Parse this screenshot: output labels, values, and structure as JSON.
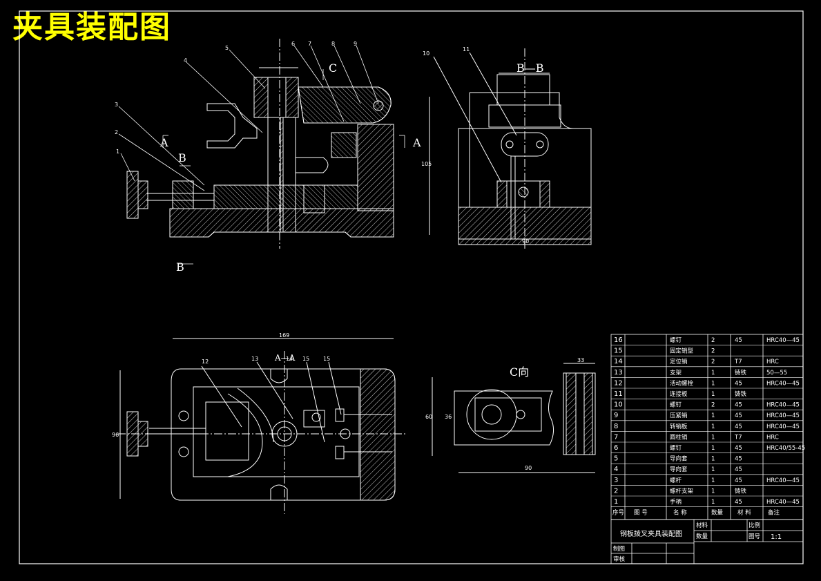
{
  "title": "夹具装配图",
  "views": {
    "main_view_labels": {
      "section_a_left": "A",
      "section_a_right": "A",
      "section_b_top": "B",
      "section_b_bottom": "B",
      "view_c": "C"
    },
    "top_view_label": "A—A",
    "side_view_label": "B—B",
    "c_view_label": "C向"
  },
  "part_callouts": [
    "1",
    "2",
    "3",
    "4",
    "5",
    "6",
    "7",
    "8",
    "9",
    "10",
    "11",
    "12",
    "13",
    "14",
    "15"
  ],
  "bom": {
    "columns": [
      "序号",
      "图  号",
      "名  称",
      "数量",
      "材  料",
      "备注"
    ],
    "rows": [
      {
        "no": "16",
        "name": "螺钉",
        "qty": "2",
        "material": "45",
        "note": "HRC40—45"
      },
      {
        "no": "15",
        "name": "固定销型",
        "qty": "2",
        "material": "",
        "note": ""
      },
      {
        "no": "14",
        "name": "定位销",
        "qty": "2",
        "material": "T7",
        "note": "HRC"
      },
      {
        "no": "13",
        "name": "支架",
        "qty": "1",
        "material": "铸铁",
        "note": "50—55"
      },
      {
        "no": "12",
        "name": "活动螺栓",
        "qty": "1",
        "material": "45",
        "note": "HRC40—45"
      },
      {
        "no": "11",
        "name": "连接板",
        "qty": "1",
        "material": "铸铁",
        "note": ""
      },
      {
        "no": "10",
        "name": "螺钉",
        "qty": "2",
        "material": "45",
        "note": "HRC40—45"
      },
      {
        "no": "9",
        "name": "压紧销",
        "qty": "1",
        "material": "45",
        "note": "HRC40—45"
      },
      {
        "no": "8",
        "name": "转销板",
        "qty": "1",
        "material": "45",
        "note": "HRC40—45"
      },
      {
        "no": "7",
        "name": "圆柱销",
        "qty": "1",
        "material": "T7",
        "note": "HRC"
      },
      {
        "no": "6",
        "name": "螺钉",
        "qty": "1",
        "material": "45",
        "note": "HRC40/55-45"
      },
      {
        "no": "5",
        "name": "导向套",
        "qty": "1",
        "material": "45",
        "note": ""
      },
      {
        "no": "4",
        "name": "导向套",
        "qty": "1",
        "material": "45",
        "note": ""
      },
      {
        "no": "3",
        "name": "螺杆",
        "qty": "1",
        "material": "45",
        "note": "HRC40—45"
      },
      {
        "no": "2",
        "name": "螺杆支架",
        "qty": "1",
        "material": "铸铁",
        "note": ""
      },
      {
        "no": "1",
        "name": "手柄",
        "qty": "1",
        "material": "45",
        "note": "HRC40—45"
      }
    ],
    "title_block": {
      "drawing_name": "钢板拨叉夹具装配图",
      "material_label": "材料",
      "scale_label": "比例",
      "qty_label": "数量",
      "sheet_label": "图号",
      "scale_value": "1:1",
      "drawn_by_label": "制图",
      "checked_by_label": "审核"
    }
  },
  "dimensions": {
    "top_width": "169",
    "side_width": "90",
    "side_height": "105",
    "top_view_height": "96",
    "c_view_width": "90",
    "c_view_height": "60",
    "c_view_flange": "33",
    "c_view_inner": "36"
  }
}
